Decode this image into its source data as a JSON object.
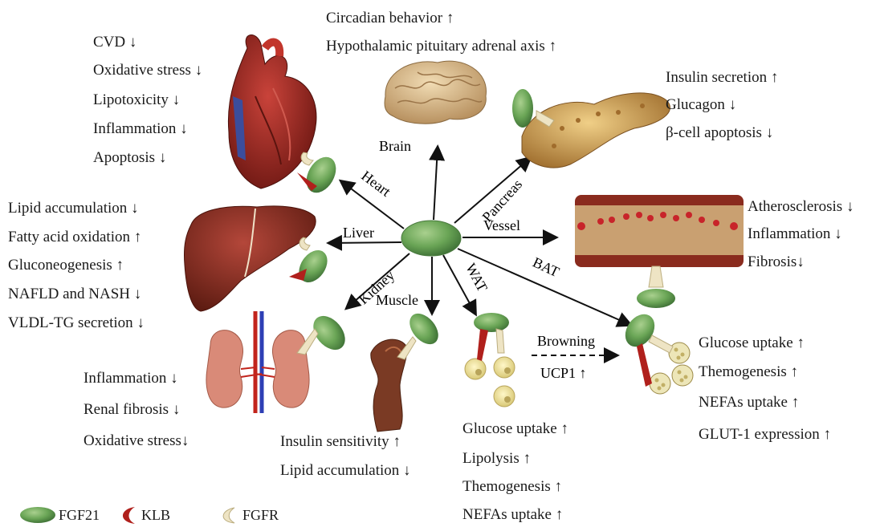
{
  "labels": {
    "heart": "Heart",
    "liver": "Liver",
    "kidney": "Kidney",
    "muscle": "Muscle",
    "wat": "WAT",
    "bat": "BAT",
    "vessel": "Vessel",
    "pancreas": "Pancreas",
    "brain": "Brain",
    "browning": "Browning",
    "ucp1": "UCP1 ↑"
  },
  "effects": {
    "brain": [
      "Circadian behavior ↑",
      "Hypothalamic pituitary adrenal axis ↑"
    ],
    "heart": [
      "CVD ↓",
      "Oxidative stress ↓",
      "Lipotoxicity ↓",
      "Inflammation ↓",
      "Apoptosis ↓"
    ],
    "pancreas": [
      "Insulin secretion ↑",
      "Glucagon ↓",
      "β-cell apoptosis ↓"
    ],
    "liver": [
      "Lipid accumulation ↓",
      "Fatty acid oxidation ↑",
      "Gluconeogenesis ↑",
      "NAFLD and NASH ↓",
      "VLDL-TG secretion ↓"
    ],
    "vessel": [
      "Atherosclerosis ↓",
      "Inflammation ↓",
      "Fibrosis↓"
    ],
    "kidney": [
      "Inflammation ↓",
      "Renal fibrosis ↓",
      "Oxidative stress↓"
    ],
    "muscle": [
      "Insulin sensitivity ↑",
      "Lipid accumulation ↓"
    ],
    "wat": [
      "Glucose uptake ↑",
      "Lipolysis ↑",
      "Themogenesis ↑",
      "NEFAs uptake ↑"
    ],
    "bat": [
      "Glucose uptake ↑",
      "Themogenesis ↑",
      "NEFAs uptake ↑",
      "GLUT-1 expression ↑"
    ]
  },
  "legend": [
    "FGF21",
    "KLB",
    "FGFR"
  ],
  "colors": {
    "fgf21": "#5f9a4e",
    "klb": "#b0201c",
    "fgfr": "#eee4c4",
    "heart": "#9e2a22",
    "liver": "#7f2a1c",
    "kidney": "#d98a78",
    "vessel": "#8a2b1e",
    "pancreas": "#c99a45",
    "brain": "#d6b78a"
  }
}
